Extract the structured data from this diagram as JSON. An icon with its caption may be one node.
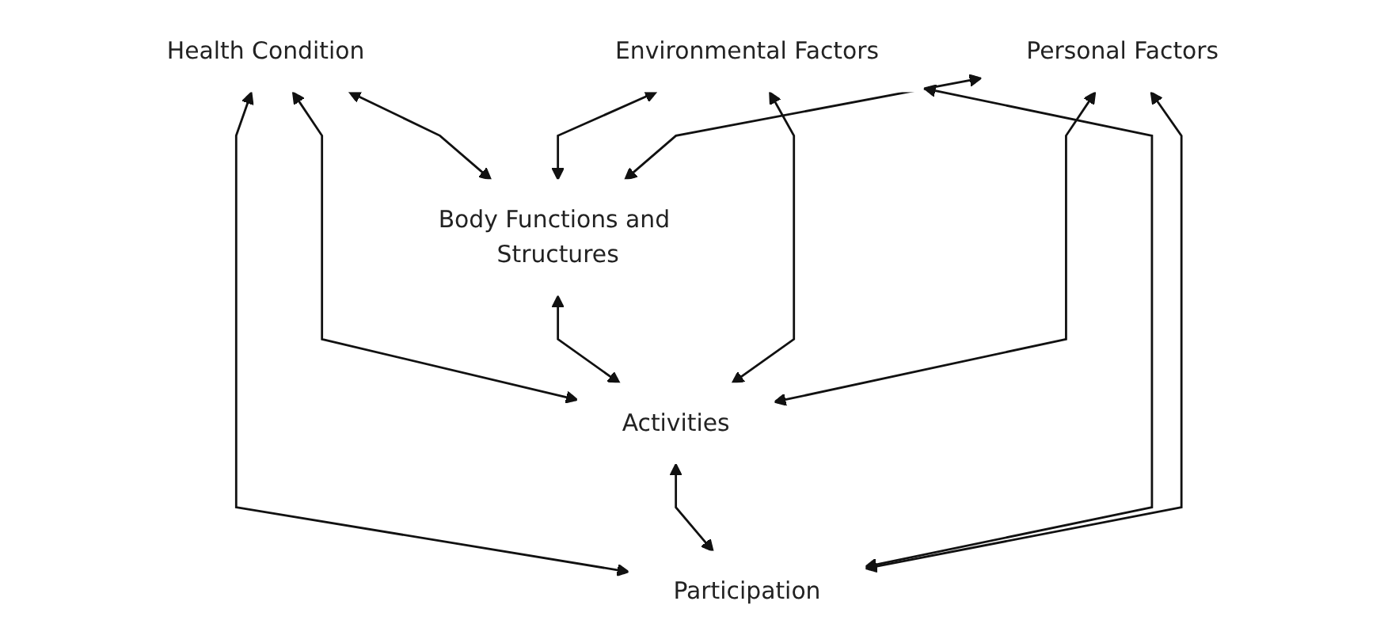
{
  "diagram": {
    "nodes": [
      {
        "text": [
          "Health Condition"
        ]
      },
      {
        "text": [
          "Body Functions and Structures"
        ]
      },
      {
        "text": [
          "Activities"
        ]
      },
      {
        "text": [
          "Participation"
        ]
      },
      {
        "text": [
          "Environmental Factors"
        ]
      },
      {
        "text": [
          "Personal Factors"
        ]
      }
    ],
    "edges": [
      {
        "from": 0,
        "to": 1,
        "arrow": "both"
      },
      {
        "from": 0,
        "to": 2,
        "arrow": "both"
      },
      {
        "from": 0,
        "to": 3,
        "arrow": "both"
      },
      {
        "from": 1,
        "to": 2,
        "arrow": "both"
      },
      {
        "from": 2,
        "to": 3,
        "arrow": "both"
      },
      {
        "from": 4,
        "to": 1,
        "arrow": "both"
      },
      {
        "from": 4,
        "to": 2,
        "arrow": "both"
      },
      {
        "from": 4,
        "to": 3,
        "arrow": "both"
      },
      {
        "from": 5,
        "to": 1,
        "arrow": "both"
      },
      {
        "from": 5,
        "to": 2,
        "arrow": "both"
      },
      {
        "from": 5,
        "to": 3,
        "arrow": "both"
      }
    ]
  }
}
